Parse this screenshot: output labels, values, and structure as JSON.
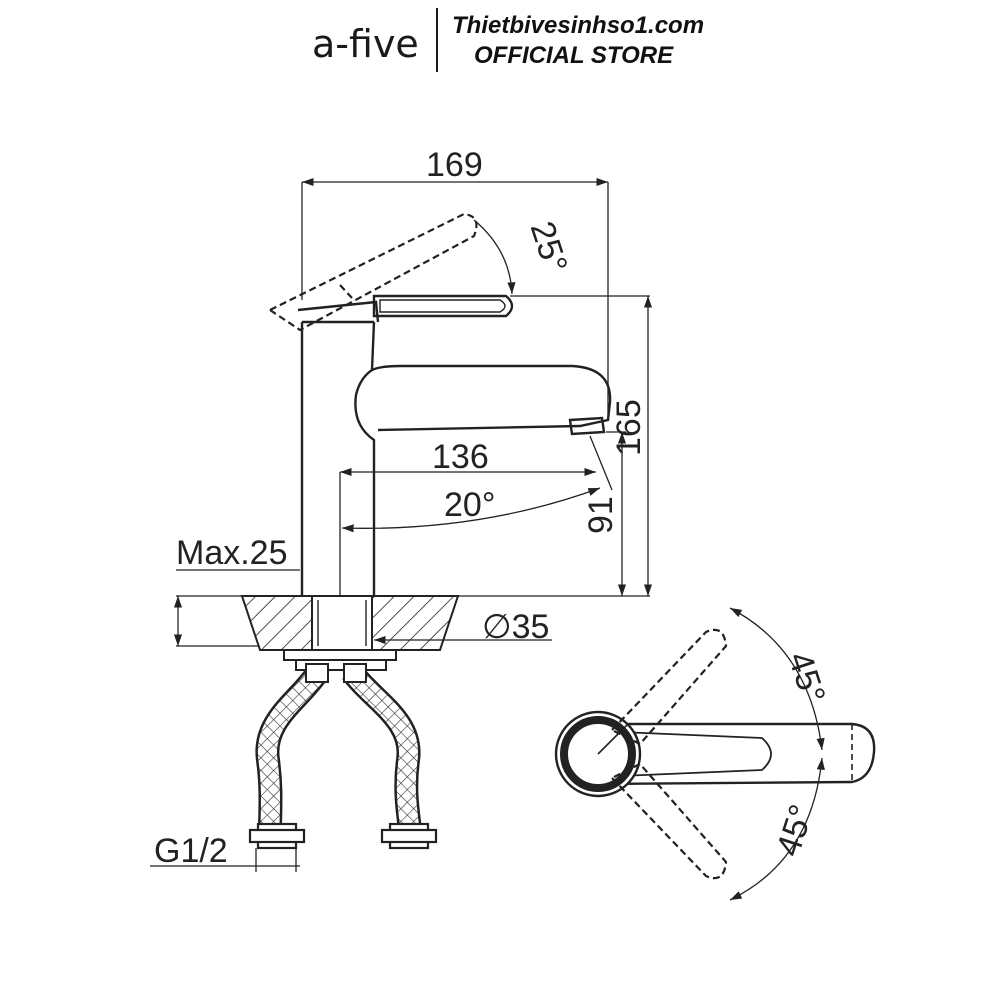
{
  "header": {
    "brand_prefix": "a-f",
    "brand_accent": "i",
    "brand_suffix": "ve",
    "website": "Thietbivesinhso1.com",
    "store_label": "OFFICIAL STORE",
    "accent_color": "#1f9bd7"
  },
  "dimensions": {
    "overall_length": "169",
    "lever_angle": "25°",
    "total_height": "165",
    "spout_reach": "136",
    "spout_angle": "20°",
    "spout_height": "91",
    "max_thickness": "Max.25",
    "hole_diameter": "∅35",
    "thread": "G1/2",
    "rotation_upper": "45°",
    "rotation_lower": "45°"
  }
}
